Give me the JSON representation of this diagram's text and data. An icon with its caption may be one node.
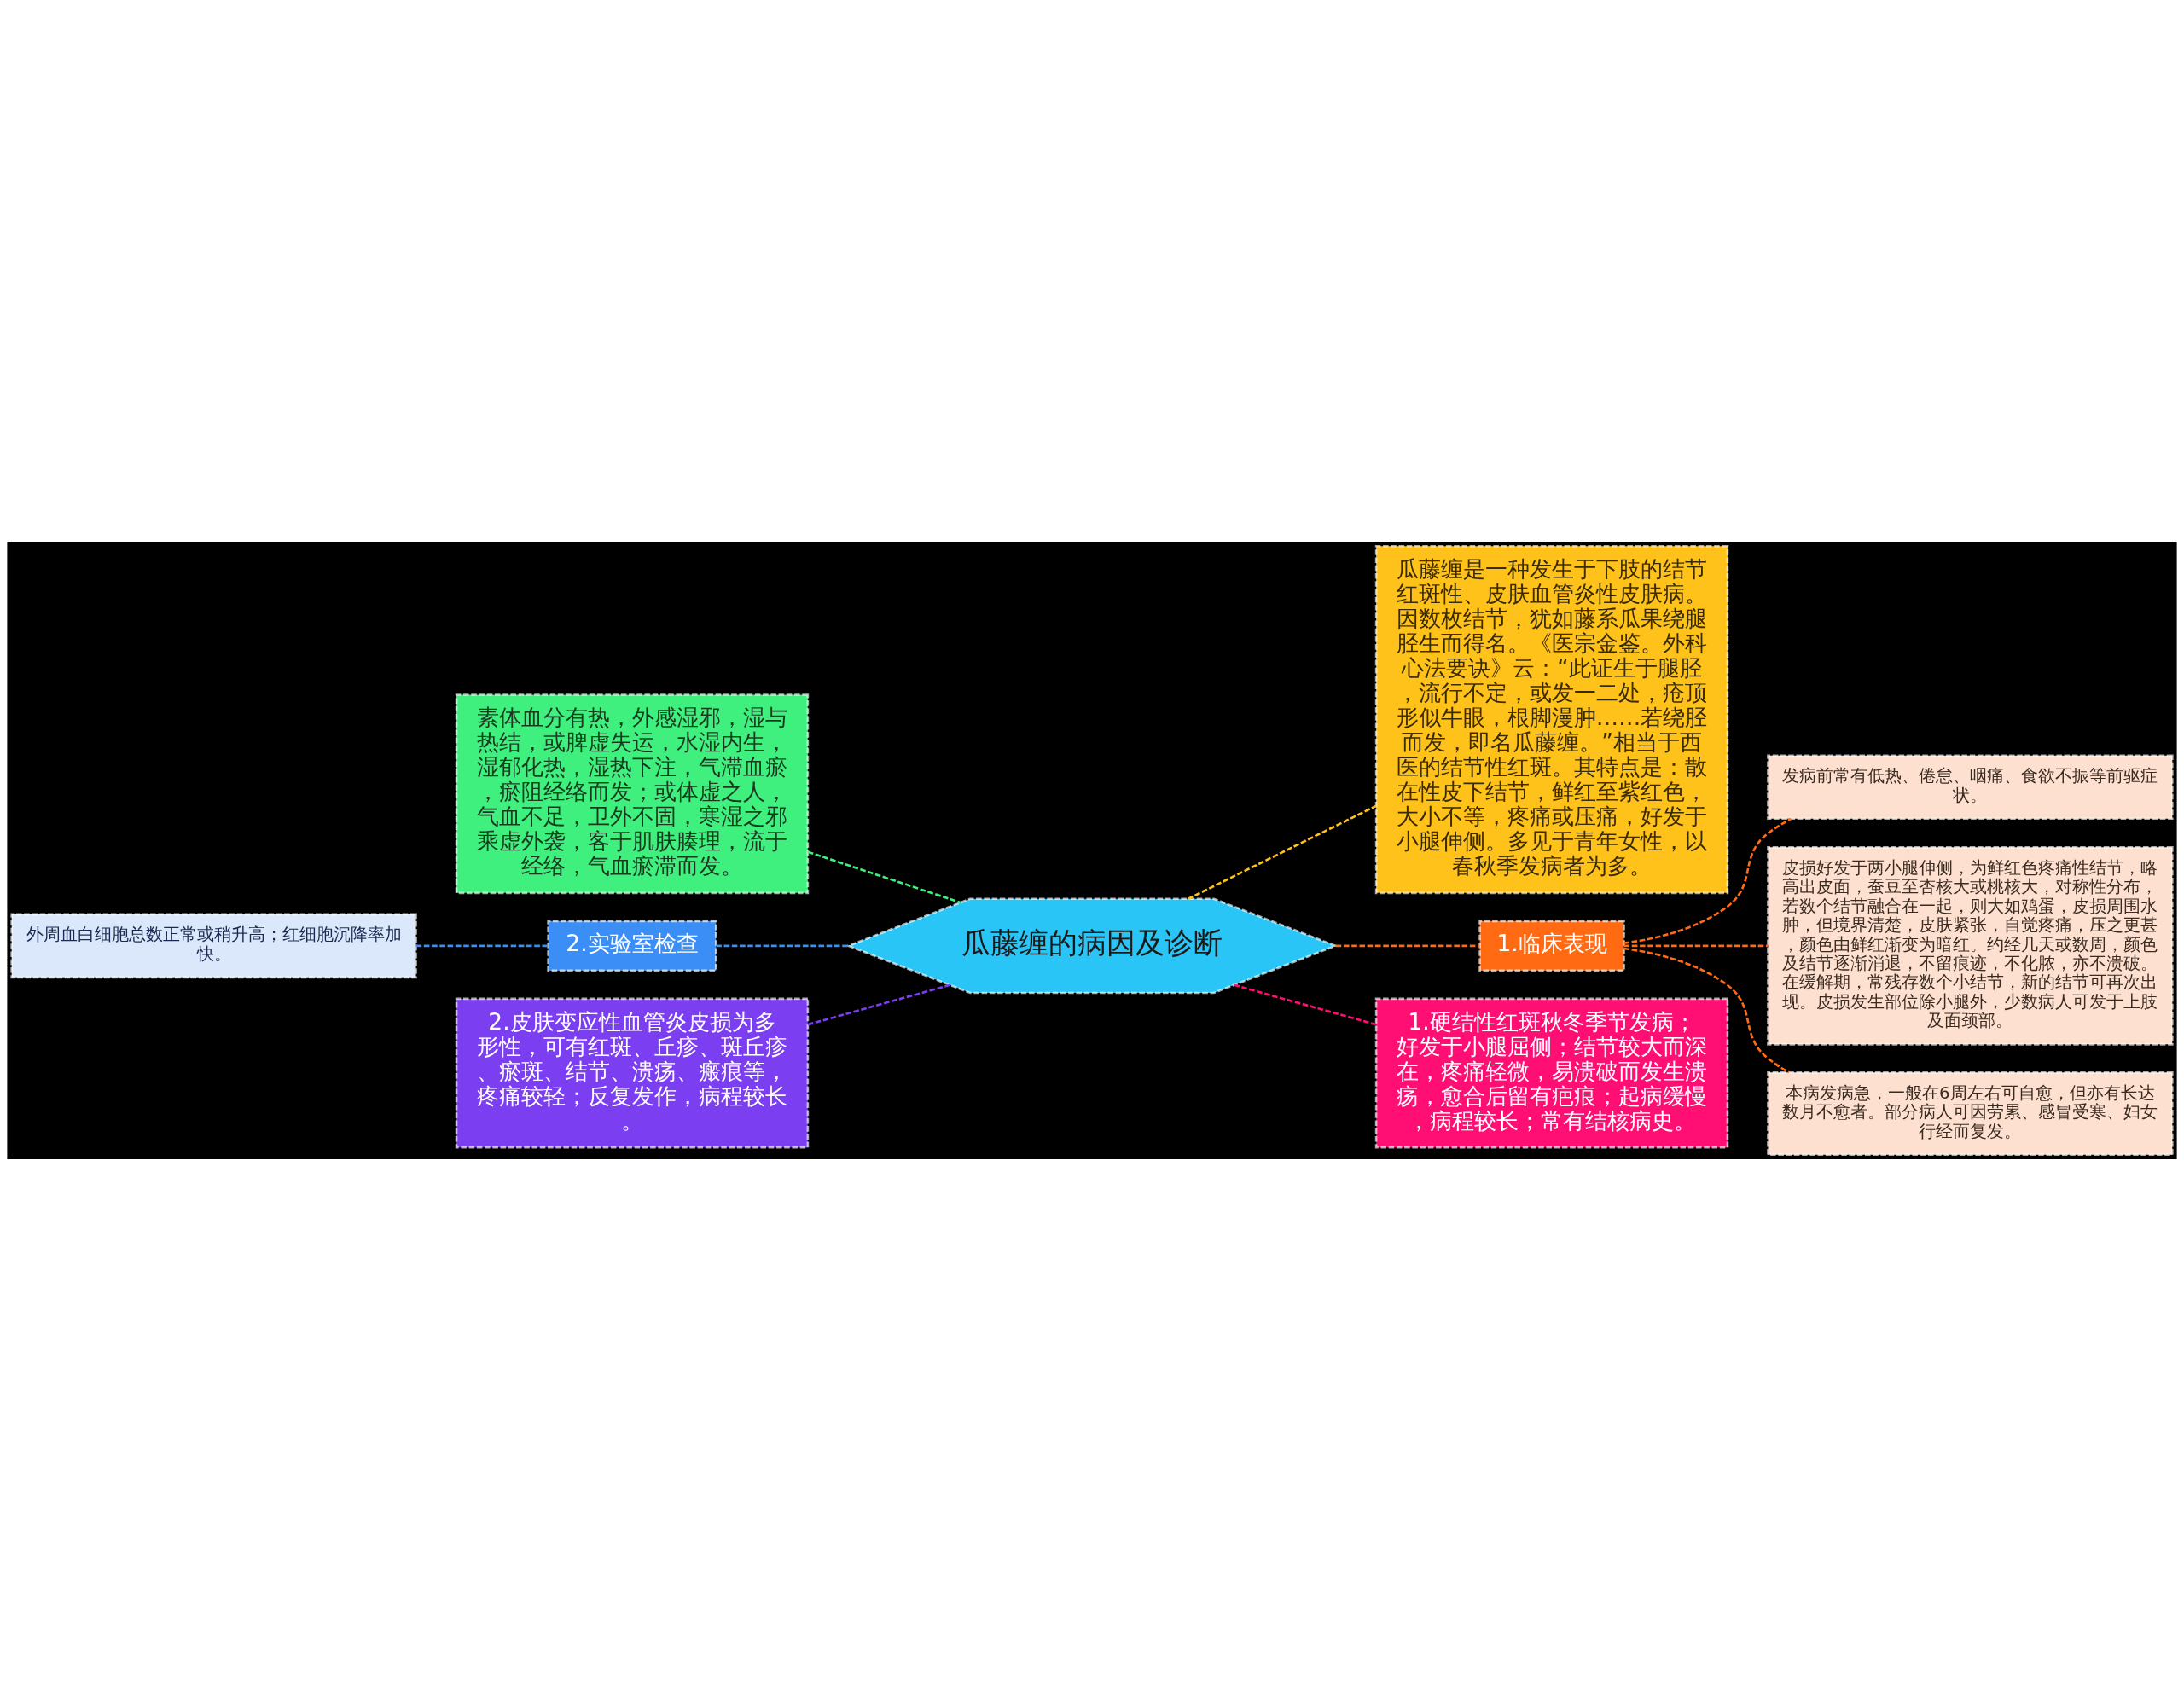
{
  "diagram": {
    "nodes": [
      {
        "text": [
          "瓜藤缠的病因及诊断"
        ]
      },
      {
        "text": [
          "瓜藤缠是一种发生于下肢的结节红斑性、皮肤血管炎性皮肤病。因数枚结节，犹如藤系瓜果绕腿胫生而得名。《医宗金鉴。外科心法要诀》云：“此证生于腿胫，流行不定，或发一二处，疮顶形似牛眼，根脚漫肿……若绕胫而发，即名瓜藤缠。”相当于西医的结节性红斑。其特点是：散在性皮下结节，鲜红至紫红色，大小不等，疼痛或压痛，好发于小腿伸侧。多见于青年女性，以春秋季发病者为多。"
        ]
      },
      {
        "text": [
          "1.临床表现"
        ]
      },
      {
        "text": [
          "发病前常有低热、倦怠、咽痛、食欲不振等前驱症状。"
        ]
      },
      {
        "text": [
          "皮损好发于两小腿伸侧，为鲜红色疼痛性结节，略高出皮面，蚕豆至杏核大或桃核大，对称性分布，若数个结节融合在一起，则大如鸡蛋，皮损周围水肿，但境界清楚，皮肤紧张，自觉疼痛，压之更甚，颜色由鲜红渐变为暗红。约经几天或数周，颜色及结节逐渐消退，不留痕迹，不化脓，亦不溃破。在缓解期，常残存数个小结节，新的结节可再次出现。皮损发生部位除小腿外，少数病人可发于上肢及面颈部。"
        ]
      },
      {
        "text": [
          "本病发病急，一般在6周左右可自愈，但亦有长达数月不愈者。部分病人可因劳累、感冒受寒、妇女行经而复发。"
        ]
      },
      {
        "text": [
          "1.硬结性红斑秋冬季节发病；好发于小腿屈侧；结节较大而深在，疼痛轻微，易溃破而发生溃疡，愈合后留有疤痕；起病缓慢，病程较长；常有结核病史。"
        ]
      },
      {
        "text": [
          "素体血分有热，外感湿邪，湿与热结，或脾虚失运，水湿内生，湿郁化热，湿热下注，气滞血瘀，瘀阻经络而发；或体虚之人，气血不足，卫外不固，寒湿之邪乘虚外袭，客于肌肤腠理，流于经络，气血瘀滞而发。"
        ]
      },
      {
        "text": [
          "2.实验室检查"
        ]
      },
      {
        "text": [
          "外周血白细胞总数正常或稍升高；红细胞沉降率加快。"
        ]
      },
      {
        "text": [
          "2.皮肤变应性血管炎皮损为多形性，可有红斑、丘疹、斑丘疹、瘀斑、结节、溃疡、瘢痕等，疼痛较轻；反复发作，病程较长。"
        ]
      }
    ],
    "edges": [
      {
        "from": 0,
        "to": 1,
        "arrow": "none",
        "style": "dashed",
        "color": "#ffc21a"
      },
      {
        "from": 0,
        "to": 2,
        "arrow": "none",
        "style": "dashed",
        "color": "#ff6a13"
      },
      {
        "from": 2,
        "to": 3,
        "arrow": "none",
        "style": "dashed",
        "color": "#ff6a13"
      },
      {
        "from": 2,
        "to": 4,
        "arrow": "none",
        "style": "dashed",
        "color": "#ff6a13"
      },
      {
        "from": 2,
        "to": 5,
        "arrow": "none",
        "style": "dashed",
        "color": "#ff6a13"
      },
      {
        "from": 0,
        "to": 6,
        "arrow": "none",
        "style": "dashed",
        "color": "#ff0f73"
      },
      {
        "from": 0,
        "to": 7,
        "arrow": "none",
        "style": "dashed",
        "color": "#3ff07f"
      },
      {
        "from": 0,
        "to": 8,
        "arrow": "none",
        "style": "dashed",
        "color": "#3a8ef6"
      },
      {
        "from": 8,
        "to": 9,
        "arrow": "none",
        "style": "dashed",
        "color": "#3a8ef6"
      },
      {
        "from": 0,
        "to": 10,
        "arrow": "none",
        "style": "dashed",
        "color": "#7b3ef0"
      }
    ]
  }
}
